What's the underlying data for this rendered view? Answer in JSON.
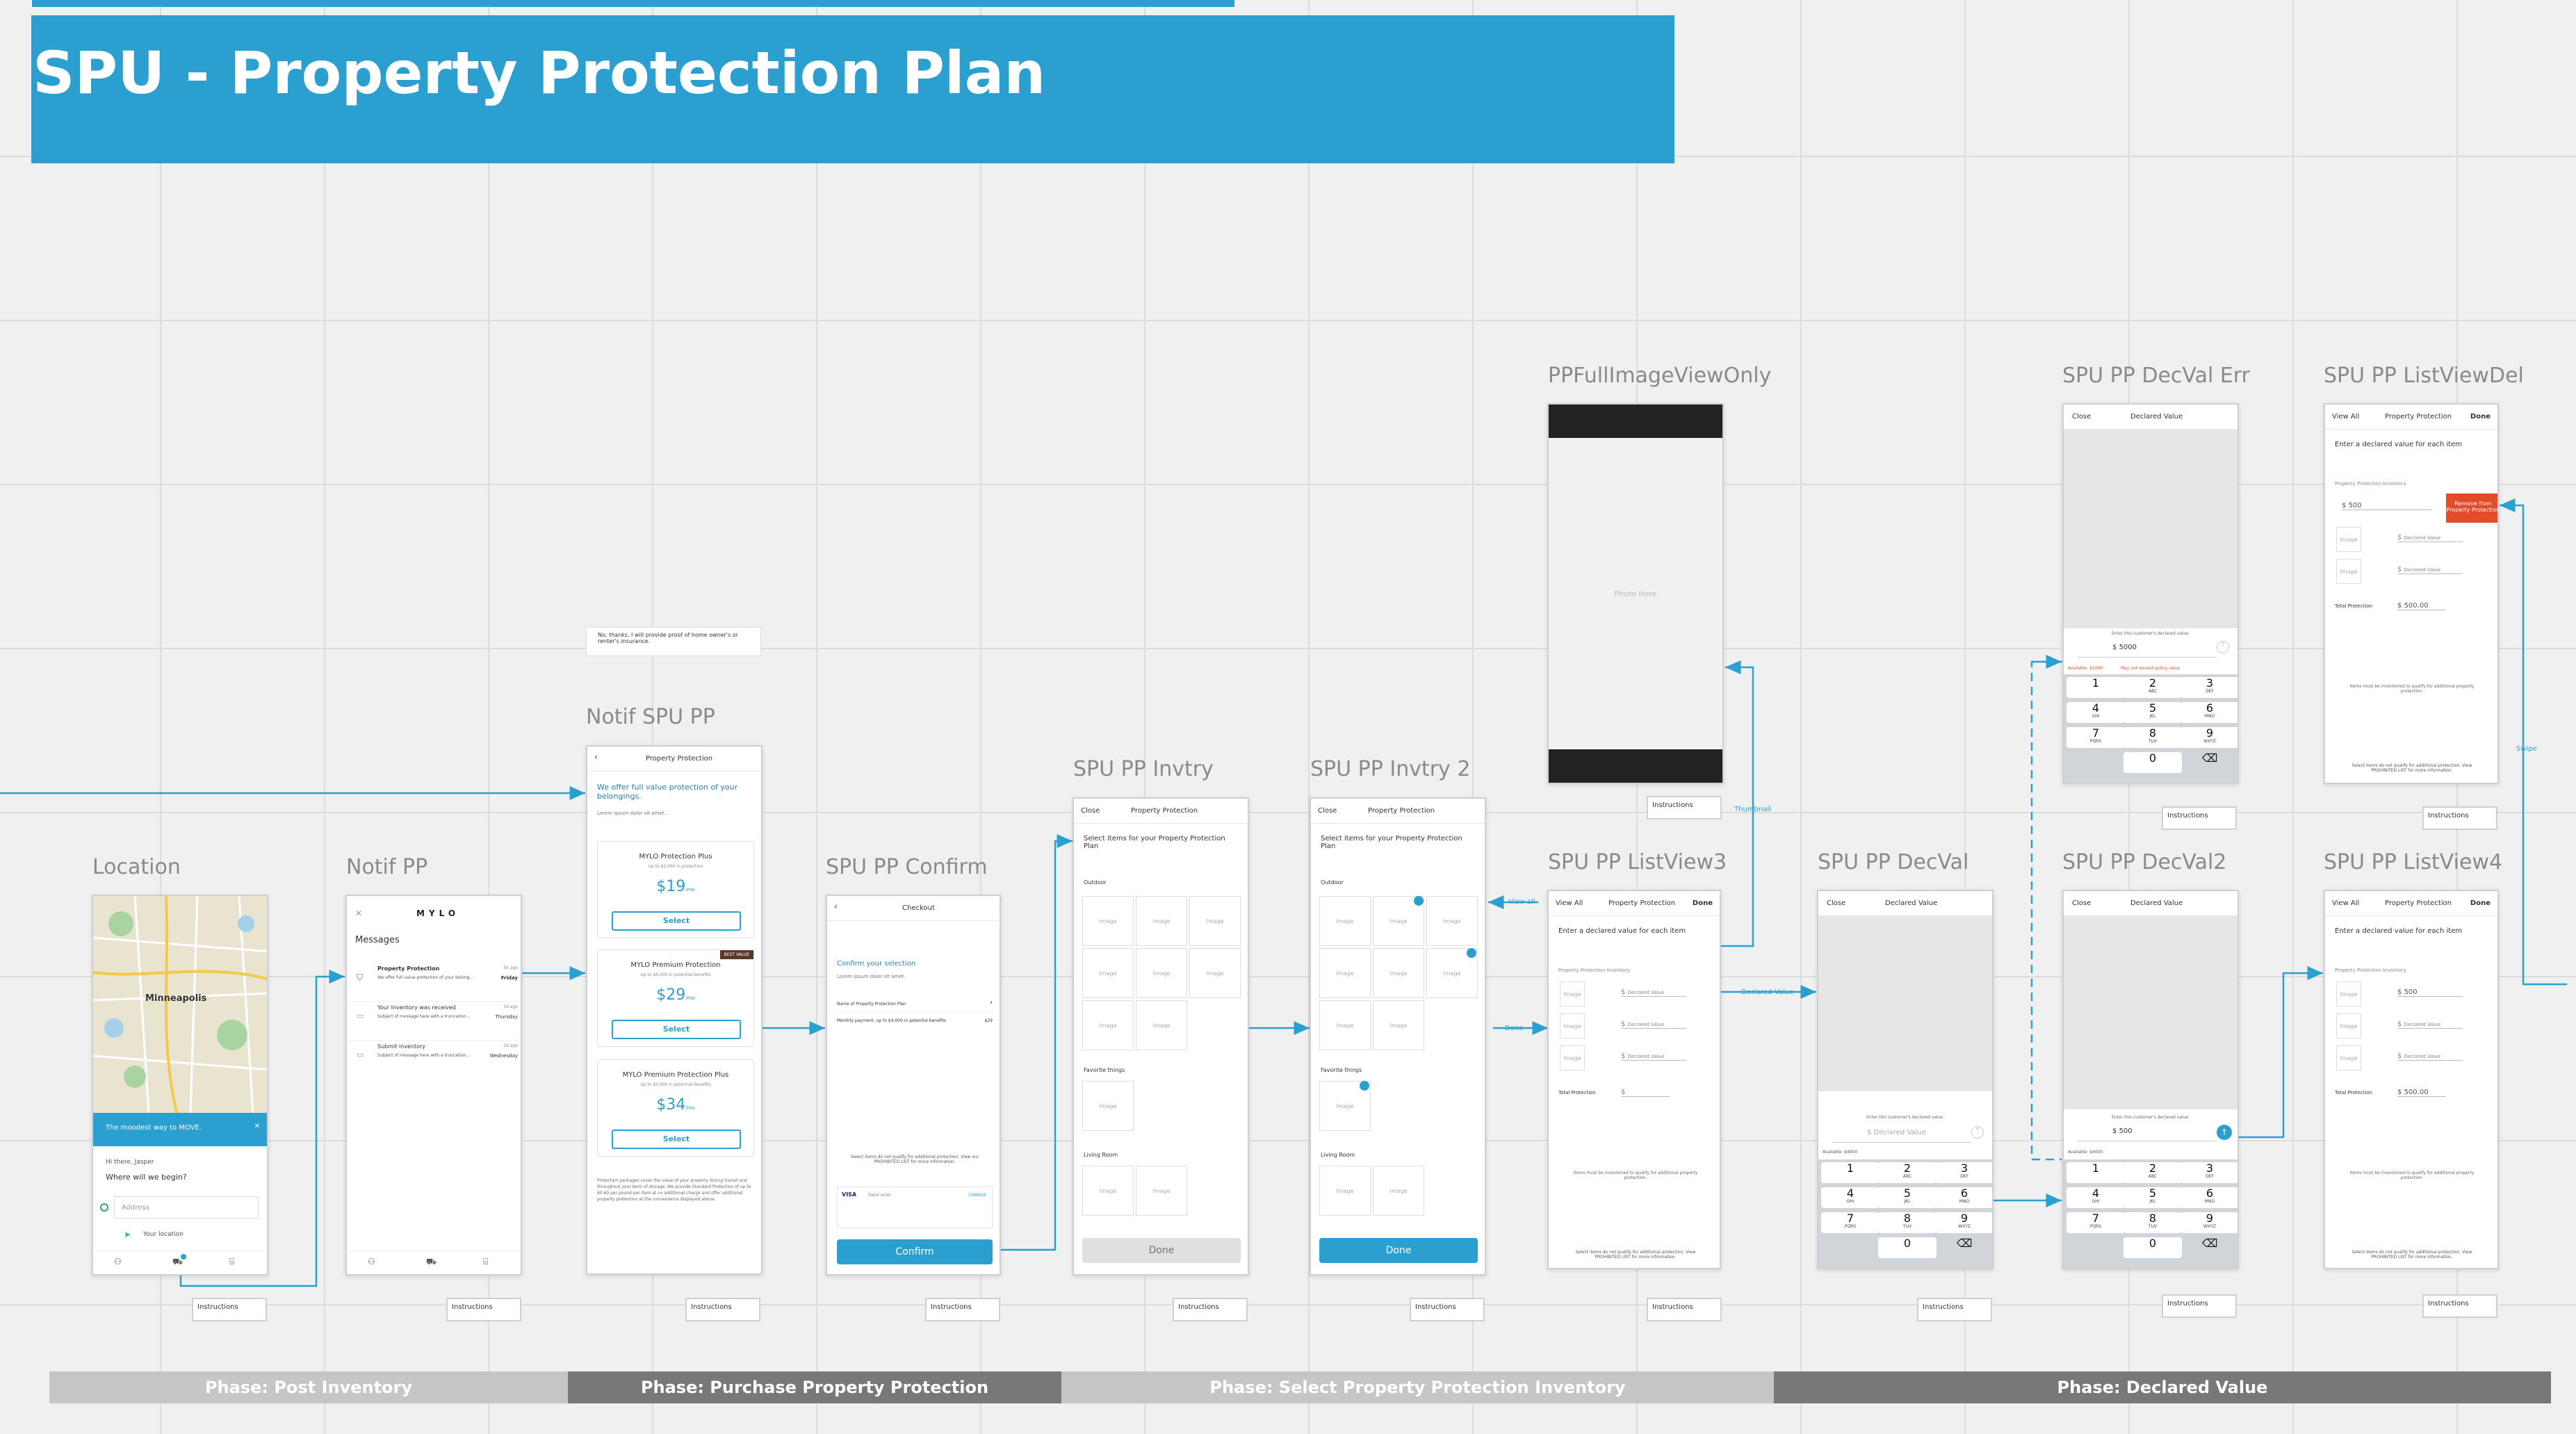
{
  "title": "SPU - Property Protection Plan",
  "labels": {
    "location": "Location",
    "notif_pp": "Notif PP",
    "notif_spu_pp": "Notif SPU PP",
    "confirm": "SPU PP Confirm",
    "invtry": "SPU PP Invtry",
    "invtry2": "SPU PP Invtry 2",
    "full_image": "PPFullImageViewOnly",
    "listview3": "SPU PP ListView3",
    "decval": "SPU PP DecVal",
    "decval_err": "SPU PP DecVal Err",
    "decval2": "SPU PP DecVal2",
    "listviewdel": "SPU PP ListViewDel",
    "listview4": "SPU PP ListView4"
  },
  "instructions": "Instructions",
  "phases": [
    "Phase: Post Inventory",
    "Phase: Purchase Property Protection",
    "Phase: Select Property Protection Inventory",
    "Phase: Declared Value"
  ],
  "note_card": "No, thanks, I will provide proof of home owner's or renter's insurance.",
  "connectors": {
    "view_all": "View all",
    "done": "Done",
    "thumbnail": "Thumbnail",
    "declared_value": "Declared Value",
    "swipe": "Swipe"
  },
  "location_screen": {
    "city": "Minneapolis",
    "banner": "The moodest way to MOVE.",
    "greeting": "Hi there, Jasper",
    "question": "Where will we begin?",
    "address_placeholder": "Address",
    "your_location": "Your location"
  },
  "notif_screen": {
    "logo": "MYLO",
    "messages": "Messages",
    "items": [
      {
        "title": "Property Protection",
        "subtitle": "We offer full value protection of your belong...",
        "time": "5h ago",
        "day": "Friday"
      },
      {
        "title": "Your Inventory was received",
        "subtitle": "Subject of message here with a truncation...",
        "time": "1d ago",
        "day": "Thursday"
      },
      {
        "title": "Submit inventory",
        "subtitle": "Subject of message here with a truncation...",
        "time": "2d ago",
        "day": "Wednesday"
      }
    ]
  },
  "plans_screen": {
    "header": "Property Protection",
    "headline": "We offer full value protection of your belongings.",
    "lorem": "Lorem ipsum dolor sit amet...",
    "badge": "BEST VALUE",
    "plans": [
      {
        "name": "MYLO Protection Plus",
        "sub": "Up to $2,000 in protection",
        "price": "$19",
        "per": "/mo",
        "button": "Select"
      },
      {
        "name": "MYLO Premium Protection",
        "sub": "Up to $4,000 in potential benefits",
        "price": "$29",
        "per": "/mo",
        "button": "Select"
      },
      {
        "name": "MYLO Premium Protection Plus",
        "sub": "Up to $5,000 in potential benefits",
        "price": "$34",
        "per": "/mo",
        "button": "Select"
      }
    ],
    "footer": "Protection packages cover the value of your property during transit and throughout your term of storage. We provide Standard Protection of up to $0.60 per pound per item at no additional charge and offer additional property protection at the convenience displayed above."
  },
  "confirm_screen": {
    "header": "Checkout",
    "title": "Confirm your selection",
    "lorem": "Lorem ipsum dolor sit amet.",
    "row1": "Name of Property Protection Plan",
    "row2": "Monthly payment, up to $4,000 in potential benefits",
    "price": "$29",
    "note": "Select items do not qualify for additional protection. View our PROHIBITED LIST for more information.",
    "card": "VISA",
    "card_label": "Debit ends",
    "change": "CHANGE",
    "button": "Confirm"
  },
  "invtry_screen": {
    "close": "Close",
    "header": "Property Protection",
    "title": "Select items for your Property Protection Plan",
    "sections": [
      "Outdoor",
      "Favorite things",
      "Living Room"
    ],
    "image": "Image",
    "button": "Done"
  },
  "full_image_screen": {
    "placeholder": "Photo Here"
  },
  "listview_screen": {
    "view_all": "View All",
    "header": "Property Protection",
    "done": "Done",
    "title": "Enter a declared value for each item",
    "inventory": "Property Protection Inventory",
    "declared_value": "Declared Value",
    "image": "Image",
    "currency": "$",
    "total": "Total Protection",
    "footer1": "Items must be inventoried to qualify for additional property protection.",
    "footer2": "Select items do not qualify for additional protection. View PROHIBITED LIST for more information.",
    "value_500": "500",
    "total_500": "500.00",
    "remove": "Remove from Property Protection"
  },
  "decval_screen": {
    "close": "Close",
    "header": "Declared Value",
    "enter": "Enter this customer's declared value.",
    "placeholder": "Declared Value",
    "value_err": "5000",
    "value_ok": "500",
    "available": "Available: $4000",
    "available_err": "Available: $1000",
    "err": "May not exceed policy value",
    "keys": [
      {
        "n": "1",
        "l": ""
      },
      {
        "n": "2",
        "l": "ABC"
      },
      {
        "n": "3",
        "l": "DEF"
      },
      {
        "n": "4",
        "l": "GHI"
      },
      {
        "n": "5",
        "l": "JKL"
      },
      {
        "n": "6",
        "l": "MNO"
      },
      {
        "n": "7",
        "l": "PQRS"
      },
      {
        "n": "8",
        "l": "TUV"
      },
      {
        "n": "9",
        "l": "WXYZ"
      },
      {
        "n": "0",
        "l": ""
      }
    ]
  },
  "colors": {
    "brand": "#2a9fd0",
    "phase_light": "#c6c6c6",
    "phase_dark": "#787878",
    "delete": "#e44b2a"
  }
}
